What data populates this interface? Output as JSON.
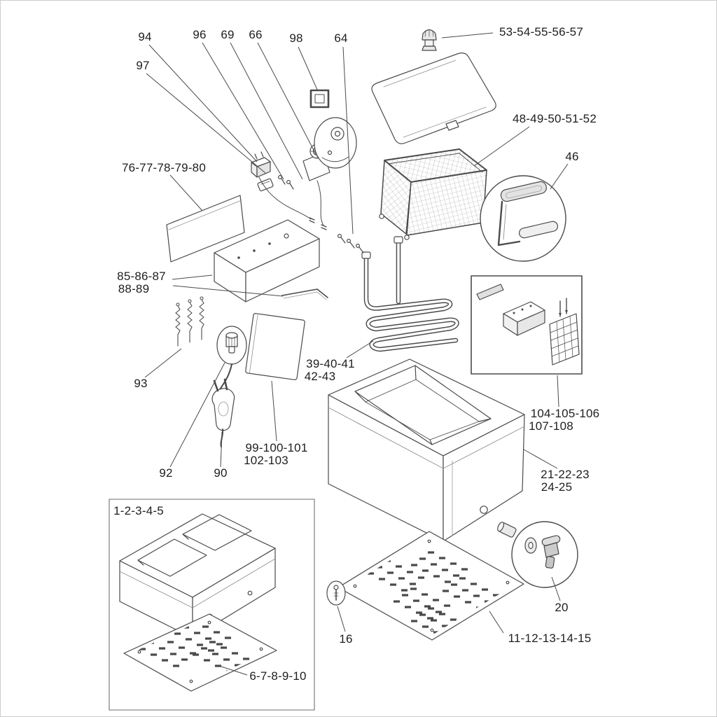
{
  "figure": {
    "kind": "exploded-parts-diagram",
    "subject": "Countertop deep fryer exploded view with numbered part groups",
    "line_color": "#4a4a4a",
    "background_color": "#ffffff"
  },
  "labels": {
    "l94": "94",
    "l97": "97",
    "l96": "96",
    "l69": "69",
    "l66": "66",
    "l98": "98",
    "l64": "64",
    "l53_57": "53-54-55-56-57",
    "l48_52": "48-49-50-51-52",
    "l46": "46",
    "l76_80": "76-77-78-79-80",
    "l85_87": "85-86-87",
    "l88_89": "88-89",
    "l39_41": "39-40-41",
    "l42_43": "42-43",
    "l93": "93",
    "l99_101": "99-100-101",
    "l102_103": "102-103",
    "l104_106": "104-105-106",
    "l107_108": "107-108",
    "l92": "92",
    "l90": "90",
    "l21_23": "21-22-23",
    "l24_25": "24-25",
    "l1_5": "1-2-3-4-5",
    "l20": "20",
    "l16": "16",
    "l11_15": "11-12-13-14-15",
    "l6_10": "6-7-8-9-10"
  }
}
